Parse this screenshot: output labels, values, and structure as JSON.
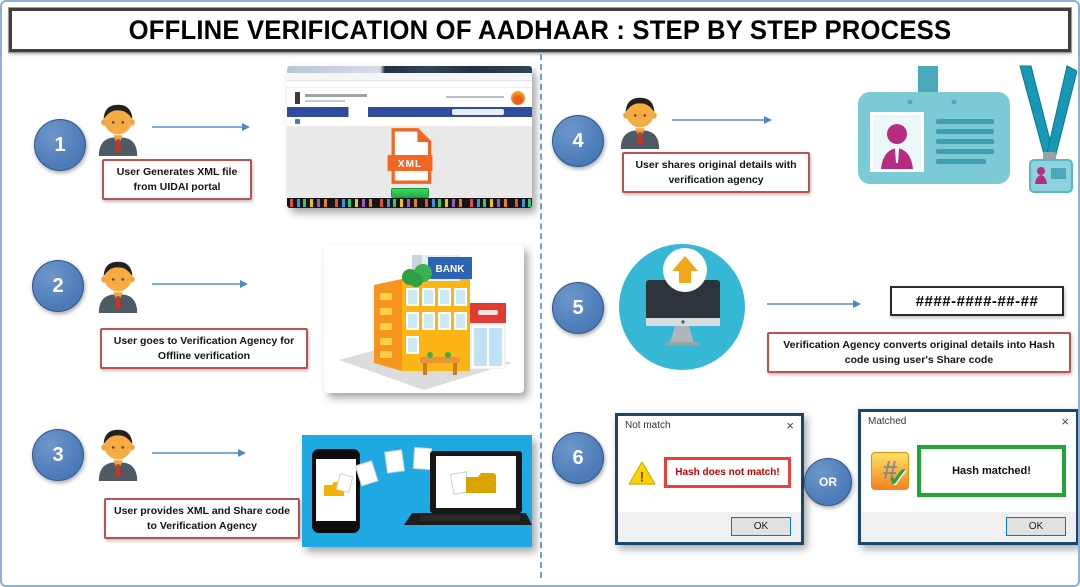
{
  "title": "OFFLINE VERIFICATION OF AADHAAR : STEP BY STEP PROCESS",
  "colors": {
    "accent_blue": "#4a7ab8",
    "accent_blue_dark": "#2f5688",
    "label_red": "#c0504d",
    "divider_blue": "#74a3d4",
    "panel_cyan": "#1fa9e2",
    "icon_cyan": "#35b7d6",
    "teal": "#7bcad5",
    "magenta": "#b52c80",
    "orange": "#f2a71b",
    "alert_red": "#e8413a",
    "ok_green": "#1fa637"
  },
  "steps": [
    {
      "number": "1",
      "label": "User Generates XML file from UIDAI portal"
    },
    {
      "number": "2",
      "label": "User goes to Verification Agency for Offline verification"
    },
    {
      "number": "3",
      "label": "User provides XML and Share code to Verification Agency"
    },
    {
      "number": "4",
      "label": "User shares original details with verification agency"
    },
    {
      "number": "5",
      "label": "Verification Agency converts original details into Hash code using user's Share code"
    },
    {
      "number": "6"
    }
  ],
  "step1": {
    "xml_badge": "XML"
  },
  "step2": {
    "bank_sign": "BANK"
  },
  "step5": {
    "hash_code": "####-####-##-##"
  },
  "step6": {
    "or_label": "OR",
    "not_match_dialog": {
      "title": "Not match",
      "message": "Hash does not match!",
      "ok": "OK"
    },
    "matched_dialog": {
      "title": "Matched",
      "message": "Hash matched!",
      "ok": "OK"
    }
  },
  "icons": {
    "close": "×",
    "check": "✓",
    "hash_glyph": "#",
    "warning": "!"
  }
}
